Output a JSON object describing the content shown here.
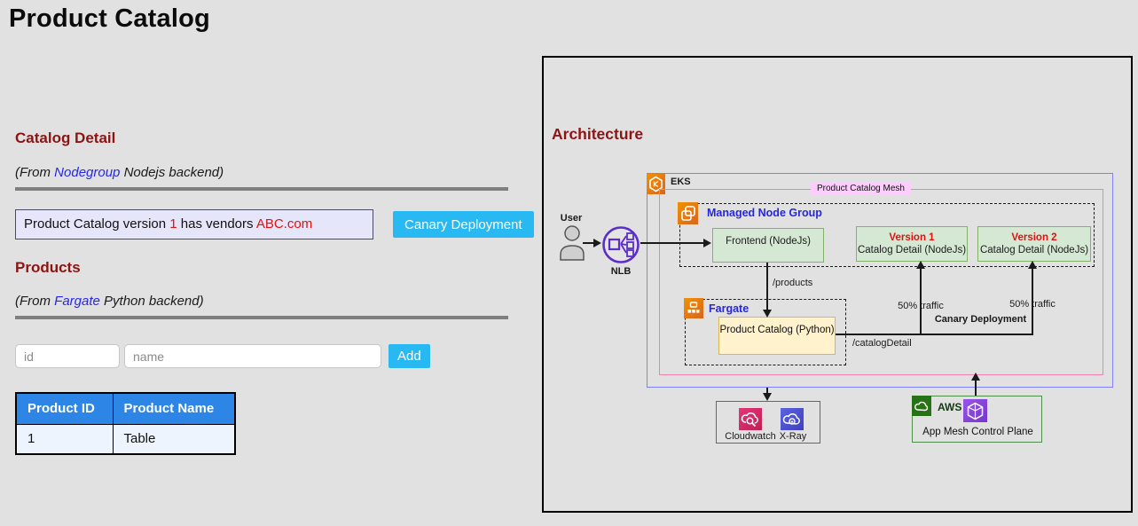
{
  "page_title": "Product Catalog",
  "catalog_detail": {
    "heading": "Catalog Detail",
    "subtitle_prefix": "(From ",
    "subtitle_link": "Nodegroup",
    "subtitle_suffix": " Nodejs backend)",
    "message_part1": "Product Catalog version ",
    "message_version": "1",
    "message_part2": " has vendors ",
    "message_vendor": "ABC.com",
    "canary_button_label": "Canary Deployment"
  },
  "products": {
    "heading": "Products",
    "subtitle_prefix": "(From ",
    "subtitle_link": "Fargate",
    "subtitle_suffix": " Python backend)",
    "id_placeholder": "id",
    "name_placeholder": "name",
    "add_button_label": "Add",
    "table": {
      "headers": [
        "Product ID",
        "Product Name"
      ],
      "rows": [
        [
          "1",
          "Table"
        ]
      ]
    }
  },
  "architecture": {
    "heading": "Architecture",
    "user_label": "User",
    "nlb_label": "NLB",
    "eks_label": "EKS",
    "mesh_label": "Product Catalog Mesh",
    "managed_node_group_label": "Managed Node Group",
    "frontend_box": "Frontend (NodeJs)",
    "version1_title": "Version 1",
    "version1_sub": "Catalog Detail (NodeJs)",
    "version2_title": "Version 2",
    "version2_sub": "Catalog Detail (NodeJs)",
    "products_route": "/products",
    "fargate_label": "Fargate",
    "product_catalog_box": "Product Catalog (Python)",
    "catalog_route": "/catalogDetail",
    "traffic_left": "50% traffic",
    "traffic_right": "50% traffic",
    "canary_label": "Canary Deployment",
    "cloudwatch_label": "Cloudwatch",
    "xray_label": "X-Ray",
    "aws_label": "AWS",
    "app_mesh_label": "App Mesh Control Plane"
  },
  "colors": {
    "page_background": "#e1e1e1",
    "heading_maroon": "#8b1414",
    "link_blue": "#2626f0",
    "button_cyan": "#29b9f2",
    "table_header_blue": "#2d86e6",
    "table_row_blue": "#edf4fe",
    "message_box_lavender": "#e6e6fa",
    "alert_red": "#e01010",
    "diagram_green_fill": "#d5e8d4",
    "diagram_green_border": "#82b366",
    "diagram_yellow_fill": "#fff2cc",
    "diagram_yellow_border": "#d6b656",
    "eks_border_blue": "#8181f7",
    "mesh_border_pink": "#f080b0",
    "mesh_label_pink": "#ffccff",
    "aws_orange": "#ed7100",
    "nlb_purple": "#5b2ec9",
    "cloudwatch_pink": "#d6276d",
    "xray_blue": "#4c55cc",
    "aws_green": "#277116",
    "appmesh_purple": "#8746d1"
  }
}
